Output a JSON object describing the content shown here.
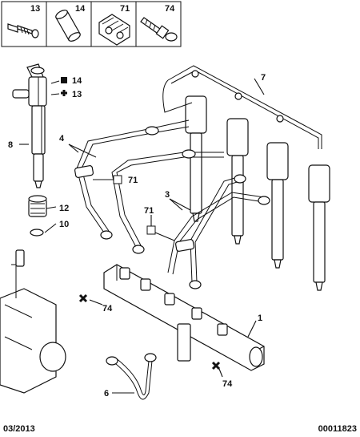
{
  "header_parts": [
    {
      "ref": "13"
    },
    {
      "ref": "14"
    },
    {
      "ref": "71"
    },
    {
      "ref": "74"
    }
  ],
  "callouts": {
    "c1": "1",
    "c3": "3",
    "c4": "4",
    "c6": "6",
    "c7": "7",
    "c8": "8",
    "c10": "10",
    "c12": "12",
    "c13": "13",
    "c14": "14",
    "c71a": "71",
    "c71b": "71",
    "c74a": "74",
    "c74b": "74"
  },
  "footer": {
    "date": "03/2013",
    "code": "00011823"
  }
}
